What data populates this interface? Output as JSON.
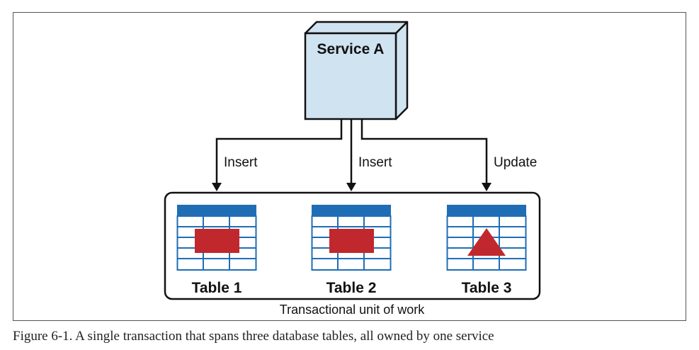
{
  "service": {
    "label": "Service A"
  },
  "arrows": [
    {
      "label": "Insert"
    },
    {
      "label": "Insert"
    },
    {
      "label": "Update"
    }
  ],
  "tables": [
    {
      "label": "Table 1",
      "marker": "rectangle"
    },
    {
      "label": "Table 2",
      "marker": "rectangle"
    },
    {
      "label": "Table 3",
      "marker": "triangle"
    }
  ],
  "unit": {
    "label": "Transactional unit of work"
  },
  "caption": {
    "text": "Figure 6-1. A single transaction that spans three database tables, all owned by one service"
  },
  "colors": {
    "service_fill": "#cfe3f1",
    "table_header": "#1f6eb5",
    "table_grid": "#1f6eb5",
    "marker": "#c0282d",
    "ink": "#111111"
  }
}
